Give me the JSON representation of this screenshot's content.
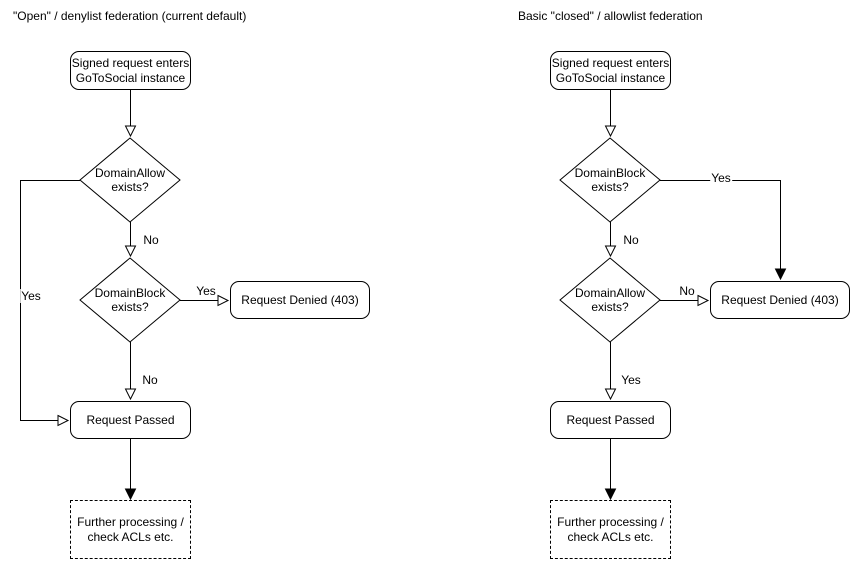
{
  "colors": {
    "stroke": "#000000",
    "background": "#ffffff",
    "text": "#000000"
  },
  "diagrams": [
    {
      "title": "\"Open\" / denylist federation (current default)",
      "nodes": {
        "start": "Signed request enters\nGoToSocial instance",
        "decision1": "DomainAllow\nexists?",
        "decision2": "DomainBlock\nexists?",
        "denied": "Request Denied (403)",
        "passed": "Request Passed",
        "further": "Further processing /\ncheck ACLs etc."
      },
      "edge_labels": {
        "d1_yes": "Yes",
        "d1_no": "No",
        "d2_yes": "Yes",
        "d2_no": "No"
      }
    },
    {
      "title": "Basic \"closed\" / allowlist federation",
      "nodes": {
        "start": "Signed request enters\nGoToSocial instance",
        "decision1": "DomainBlock\nexists?",
        "decision2": "DomainAllow\nexists?",
        "denied": "Request Denied (403)",
        "passed": "Request Passed",
        "further": "Further processing /\ncheck ACLs etc."
      },
      "edge_labels": {
        "d1_yes": "Yes",
        "d1_no": "No",
        "d2_no": "No",
        "d2_yes": "Yes"
      }
    }
  ]
}
